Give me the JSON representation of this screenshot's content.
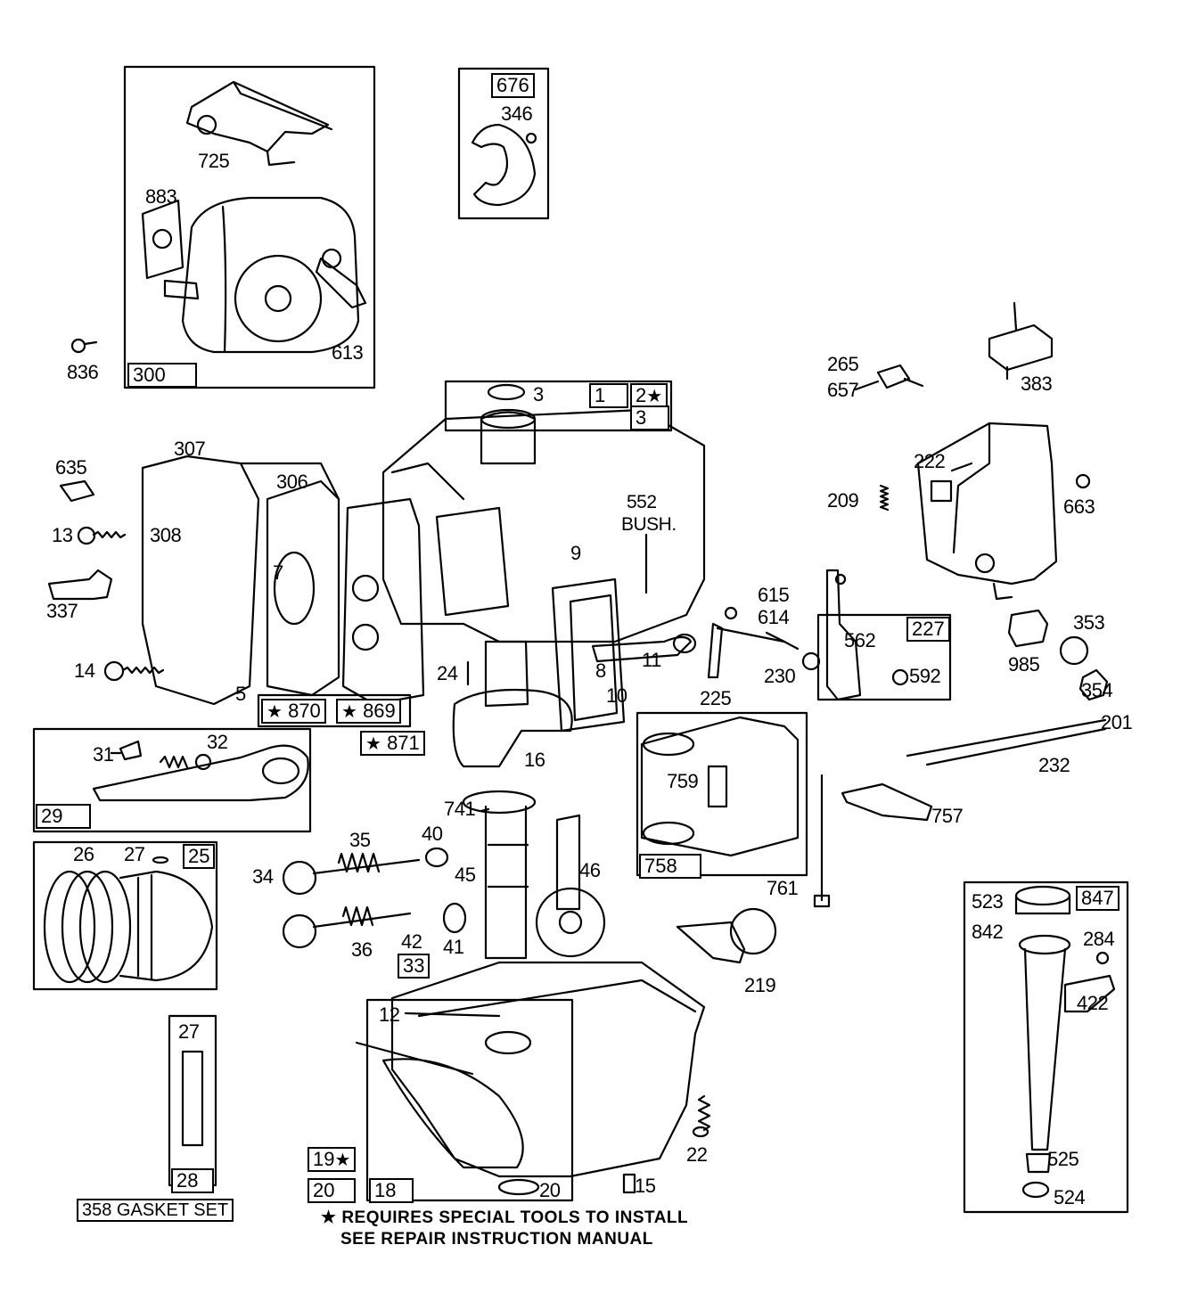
{
  "title": "358 GASKET SET",
  "note": {
    "line1": "REQUIRES SPECIAL TOOLS TO INSTALL",
    "line2": "SEE REPAIR INSTRUCTION MANUAL",
    "marker": "★"
  },
  "labels": {
    "p676": "676",
    "p346": "346",
    "p725": "725",
    "p883": "883",
    "p613": "613",
    "p836": "836",
    "p300": "300",
    "p3a": "3",
    "p1": "1",
    "p2": "2",
    "p3b": "3",
    "p265": "265",
    "p657": "657",
    "p383": "383",
    "p307": "307",
    "p306": "306",
    "p635": "635",
    "p13": "13",
    "p308": "308",
    "p337": "337",
    "p14": "14",
    "p5": "5",
    "p7": "7",
    "p870": "870",
    "p869": "869",
    "p871": "871",
    "p552": "552",
    "bush": "BUSH.",
    "p9": "9",
    "p8": "8",
    "p11": "11",
    "p24": "24",
    "p10": "10",
    "p222": "222",
    "p663": "663",
    "p209": "209",
    "p615": "615",
    "p614": "614",
    "p562": "562",
    "p227": "227",
    "p225": "225",
    "p230": "230",
    "p592": "592",
    "p353": "353",
    "p985": "985",
    "p354": "354",
    "p201": "201",
    "p232": "232",
    "p31": "31",
    "p32": "32",
    "p29": "29",
    "p16": "16",
    "p741": "741",
    "p759": "759",
    "p758": "758",
    "p757": "757",
    "p26": "26",
    "p27a": "27",
    "p25": "25",
    "p35": "35",
    "p40": "40",
    "p34": "34",
    "p45": "45",
    "p46": "46",
    "p41": "41",
    "p42": "42",
    "p36": "36",
    "p33": "33",
    "p761": "761",
    "p219": "219",
    "p523": "523",
    "p847": "847",
    "p842": "842",
    "p284": "284",
    "p422": "422",
    "p525": "525",
    "p524": "524",
    "p12": "12",
    "p22": "22",
    "p27b": "27",
    "p28": "28",
    "p19": "19",
    "p20a": "20",
    "p18": "18",
    "p20b": "20",
    "p15": "15"
  }
}
